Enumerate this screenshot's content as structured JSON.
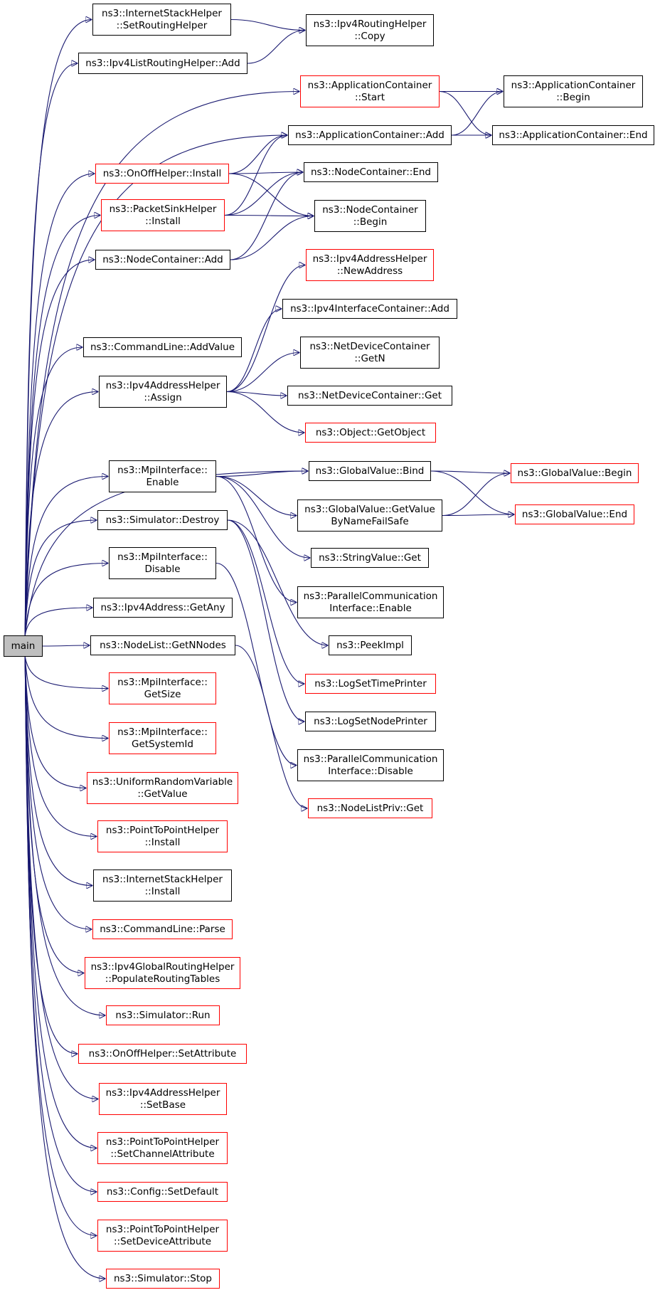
{
  "colors": {
    "edge": "#191970",
    "border": "#000000",
    "highlight": "#ff0000",
    "root_fill": "#bfbfbf"
  },
  "nodes": [
    {
      "id": "main",
      "lines": [
        "main"
      ],
      "style": "main"
    },
    {
      "id": "ish-setrouting",
      "lines": [
        "ns3::InternetStackHelper",
        "::SetRoutingHelper"
      ],
      "style": "plain"
    },
    {
      "id": "ipv4rh-copy",
      "lines": [
        "ns3::Ipv4RoutingHelper",
        "::Copy"
      ],
      "style": "plain"
    },
    {
      "id": "ipv4list-add",
      "lines": [
        "ns3::Ipv4ListRoutingHelper::Add"
      ],
      "style": "plain"
    },
    {
      "id": "appc-start",
      "lines": [
        "ns3::ApplicationContainer",
        "::Start"
      ],
      "style": "red"
    },
    {
      "id": "appc-begin",
      "lines": [
        "ns3::ApplicationContainer",
        "::Begin"
      ],
      "style": "plain"
    },
    {
      "id": "appc-add",
      "lines": [
        "ns3::ApplicationContainer::Add"
      ],
      "style": "plain"
    },
    {
      "id": "appc-end",
      "lines": [
        "ns3::ApplicationContainer::End"
      ],
      "style": "plain"
    },
    {
      "id": "onoff-install",
      "lines": [
        "ns3::OnOffHelper::Install"
      ],
      "style": "red"
    },
    {
      "id": "nc-end",
      "lines": [
        "ns3::NodeContainer::End"
      ],
      "style": "plain"
    },
    {
      "id": "psh-install",
      "lines": [
        "ns3::PacketSinkHelper",
        "::Install"
      ],
      "style": "red"
    },
    {
      "id": "nc-begin",
      "lines": [
        "ns3::NodeContainer",
        "::Begin"
      ],
      "style": "plain"
    },
    {
      "id": "nc-add",
      "lines": [
        "ns3::NodeContainer::Add"
      ],
      "style": "plain"
    },
    {
      "id": "ipv4ah-newaddr",
      "lines": [
        "ns3::Ipv4AddressHelper",
        "::NewAddress"
      ],
      "style": "red"
    },
    {
      "id": "ipv4ic-add",
      "lines": [
        "ns3::Ipv4InterfaceContainer::Add"
      ],
      "style": "plain"
    },
    {
      "id": "cmd-addvalue",
      "lines": [
        "ns3::CommandLine::AddValue"
      ],
      "style": "plain"
    },
    {
      "id": "ndc-getn",
      "lines": [
        "ns3::NetDeviceContainer",
        "::GetN"
      ],
      "style": "plain"
    },
    {
      "id": "ipv4ah-assign",
      "lines": [
        "ns3::Ipv4AddressHelper",
        "::Assign"
      ],
      "style": "plain"
    },
    {
      "id": "ndc-get",
      "lines": [
        "ns3::NetDeviceContainer::Get"
      ],
      "style": "plain"
    },
    {
      "id": "obj-getobject",
      "lines": [
        "ns3::Object::GetObject"
      ],
      "style": "red"
    },
    {
      "id": "mpi-enable",
      "lines": [
        "ns3::MpiInterface::",
        "Enable"
      ],
      "style": "plain"
    },
    {
      "id": "gv-bind",
      "lines": [
        "ns3::GlobalValue::Bind"
      ],
      "style": "plain"
    },
    {
      "id": "gv-begin",
      "lines": [
        "ns3::GlobalValue::Begin"
      ],
      "style": "red"
    },
    {
      "id": "gv-getvalue",
      "lines": [
        "ns3::GlobalValue::GetValue",
        "ByNameFailSafe"
      ],
      "style": "plain"
    },
    {
      "id": "gv-end",
      "lines": [
        "ns3::GlobalValue::End"
      ],
      "style": "red"
    },
    {
      "id": "sim-destroy",
      "lines": [
        "ns3::Simulator::Destroy"
      ],
      "style": "plain"
    },
    {
      "id": "sv-get",
      "lines": [
        "ns3::StringValue::Get"
      ],
      "style": "plain"
    },
    {
      "id": "mpi-disable",
      "lines": [
        "ns3::MpiInterface::",
        "Disable"
      ],
      "style": "plain"
    },
    {
      "id": "pci-enable",
      "lines": [
        "ns3::ParallelCommunication",
        "Interface::Enable"
      ],
      "style": "plain"
    },
    {
      "id": "ipv4addr-getany",
      "lines": [
        "ns3::Ipv4Address::GetAny"
      ],
      "style": "plain"
    },
    {
      "id": "peekimpl",
      "lines": [
        "ns3::PeekImpl"
      ],
      "style": "plain"
    },
    {
      "id": "nl-getnnodes",
      "lines": [
        "ns3::NodeList::GetNNodes"
      ],
      "style": "plain"
    },
    {
      "id": "log-timeprinter",
      "lines": [
        "ns3::LogSetTimePrinter"
      ],
      "style": "red"
    },
    {
      "id": "mpi-getsize",
      "lines": [
        "ns3::MpiInterface::",
        "GetSize"
      ],
      "style": "red"
    },
    {
      "id": "log-nodeprinter",
      "lines": [
        "ns3::LogSetNodePrinter"
      ],
      "style": "plain"
    },
    {
      "id": "mpi-getsystemid",
      "lines": [
        "ns3::MpiInterface::",
        "GetSystemId"
      ],
      "style": "red"
    },
    {
      "id": "pci-disable",
      "lines": [
        "ns3::ParallelCommunication",
        "Interface::Disable"
      ],
      "style": "plain"
    },
    {
      "id": "urv-getvalue",
      "lines": [
        "ns3::UniformRandomVariable",
        "::GetValue"
      ],
      "style": "red"
    },
    {
      "id": "nlpriv-get",
      "lines": [
        "ns3::NodeListPriv::Get"
      ],
      "style": "red"
    },
    {
      "id": "p2p-install",
      "lines": [
        "ns3::PointToPointHelper",
        "::Install"
      ],
      "style": "red"
    },
    {
      "id": "ish-install",
      "lines": [
        "ns3::InternetStackHelper",
        "::Install"
      ],
      "style": "plain"
    },
    {
      "id": "cmd-parse",
      "lines": [
        "ns3::CommandLine::Parse"
      ],
      "style": "red"
    },
    {
      "id": "ipv4grh-populate",
      "lines": [
        "ns3::Ipv4GlobalRoutingHelper",
        "::PopulateRoutingTables"
      ],
      "style": "red"
    },
    {
      "id": "sim-run",
      "lines": [
        "ns3::Simulator::Run"
      ],
      "style": "red"
    },
    {
      "id": "onoff-setattr",
      "lines": [
        "ns3::OnOffHelper::SetAttribute"
      ],
      "style": "red"
    },
    {
      "id": "ipv4ah-setbase",
      "lines": [
        "ns3::Ipv4AddressHelper",
        "::SetBase"
      ],
      "style": "red"
    },
    {
      "id": "p2p-setchannel",
      "lines": [
        "ns3::PointToPointHelper",
        "::SetChannelAttribute"
      ],
      "style": "red"
    },
    {
      "id": "config-setdefault",
      "lines": [
        "ns3::Config::SetDefault"
      ],
      "style": "red"
    },
    {
      "id": "p2p-setdevice",
      "lines": [
        "ns3::PointToPointHelper",
        "::SetDeviceAttribute"
      ],
      "style": "red"
    },
    {
      "id": "sim-stop",
      "lines": [
        "ns3::Simulator::Stop"
      ],
      "style": "red"
    }
  ],
  "edges": [
    [
      "main",
      "ish-setrouting"
    ],
    [
      "main",
      "ipv4list-add"
    ],
    [
      "main",
      "appc-start"
    ],
    [
      "main",
      "appc-add"
    ],
    [
      "main",
      "onoff-install"
    ],
    [
      "main",
      "psh-install"
    ],
    [
      "main",
      "nc-add"
    ],
    [
      "main",
      "cmd-addvalue"
    ],
    [
      "main",
      "ipv4ah-assign"
    ],
    [
      "main",
      "gv-bind"
    ],
    [
      "main",
      "mpi-enable"
    ],
    [
      "main",
      "sim-destroy"
    ],
    [
      "main",
      "mpi-disable"
    ],
    [
      "main",
      "ipv4addr-getany"
    ],
    [
      "main",
      "nl-getnnodes"
    ],
    [
      "main",
      "mpi-getsize"
    ],
    [
      "main",
      "mpi-getsystemid"
    ],
    [
      "main",
      "urv-getvalue"
    ],
    [
      "main",
      "p2p-install"
    ],
    [
      "main",
      "ish-install"
    ],
    [
      "main",
      "cmd-parse"
    ],
    [
      "main",
      "ipv4grh-populate"
    ],
    [
      "main",
      "sim-run"
    ],
    [
      "main",
      "onoff-setattr"
    ],
    [
      "main",
      "ipv4ah-setbase"
    ],
    [
      "main",
      "p2p-setchannel"
    ],
    [
      "main",
      "config-setdefault"
    ],
    [
      "main",
      "p2p-setdevice"
    ],
    [
      "main",
      "sim-stop"
    ],
    [
      "ish-setrouting",
      "ipv4rh-copy"
    ],
    [
      "ipv4list-add",
      "ipv4rh-copy"
    ],
    [
      "appc-start",
      "appc-begin"
    ],
    [
      "appc-start",
      "appc-end"
    ],
    [
      "appc-add",
      "appc-begin"
    ],
    [
      "appc-add",
      "appc-end"
    ],
    [
      "onoff-install",
      "appc-add"
    ],
    [
      "onoff-install",
      "nc-end"
    ],
    [
      "onoff-install",
      "nc-begin"
    ],
    [
      "psh-install",
      "appc-add"
    ],
    [
      "psh-install",
      "nc-end"
    ],
    [
      "psh-install",
      "nc-begin"
    ],
    [
      "nc-add",
      "nc-end"
    ],
    [
      "nc-add",
      "nc-begin"
    ],
    [
      "ipv4ah-assign",
      "ipv4ah-newaddr"
    ],
    [
      "ipv4ah-assign",
      "ipv4ic-add"
    ],
    [
      "ipv4ah-assign",
      "ndc-getn"
    ],
    [
      "ipv4ah-assign",
      "ndc-get"
    ],
    [
      "ipv4ah-assign",
      "obj-getobject"
    ],
    [
      "mpi-enable",
      "gv-bind"
    ],
    [
      "mpi-enable",
      "gv-getvalue"
    ],
    [
      "mpi-enable",
      "sv-get"
    ],
    [
      "mpi-enable",
      "pci-enable"
    ],
    [
      "gv-bind",
      "gv-begin"
    ],
    [
      "gv-bind",
      "gv-end"
    ],
    [
      "gv-getvalue",
      "gv-begin"
    ],
    [
      "gv-getvalue",
      "gv-end"
    ],
    [
      "sim-destroy",
      "peekimpl"
    ],
    [
      "sim-destroy",
      "log-timeprinter"
    ],
    [
      "sim-destroy",
      "log-nodeprinter"
    ],
    [
      "mpi-disable",
      "pci-disable"
    ],
    [
      "nl-getnnodes",
      "nlpriv-get"
    ]
  ]
}
